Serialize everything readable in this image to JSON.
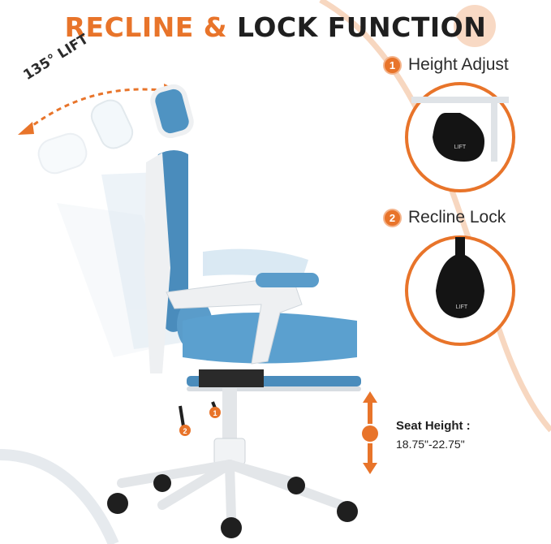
{
  "title": {
    "part1": "RECLINE & ",
    "part2": "LOCK FUNCTION"
  },
  "lift_label": "135° LIFT",
  "features": [
    {
      "number": "1",
      "label": "Height Adjust",
      "knob_text": "LIFT"
    },
    {
      "number": "2",
      "label": "Recline Lock",
      "knob_text": "LIFT"
    }
  ],
  "seat_height": {
    "title": "Seat Height :",
    "range": "18.75\"-22.75\""
  },
  "chair_lever_badges": [
    "1",
    "2"
  ],
  "colors": {
    "accent": "#e8742a",
    "mesh_blue": "#4f93c2",
    "frame_white": "#eef0f2",
    "text_dark": "#1f1f1f"
  }
}
